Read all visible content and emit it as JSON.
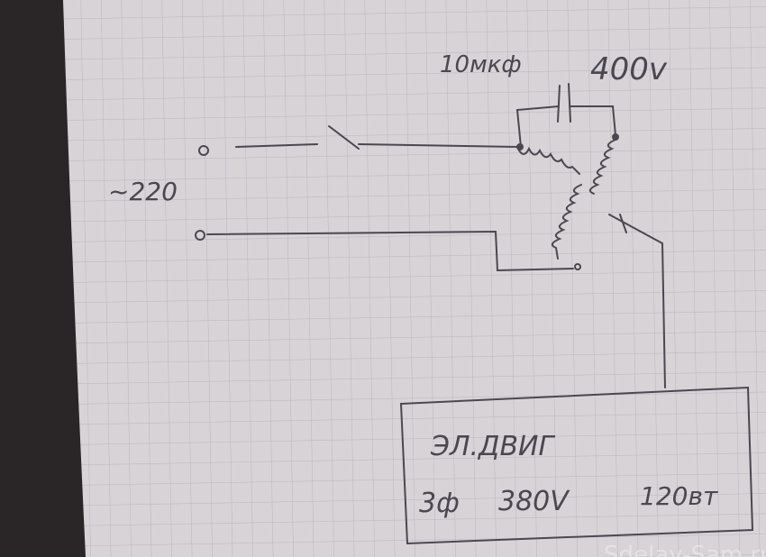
{
  "capacitor_label": "10мкф",
  "capacitor_voltage": "400v",
  "supply_label": "~220",
  "motor": {
    "title": "ЭЛ.ДВИГ",
    "phases": "3ф",
    "voltage": "380V",
    "power": "120вт"
  },
  "watermark": "Sdelay-Sam.ru",
  "colors": {
    "paper": "#d9d4d8",
    "grid": "#b8b4be",
    "ink": "#4a4750",
    "edge": "#2a2627"
  }
}
